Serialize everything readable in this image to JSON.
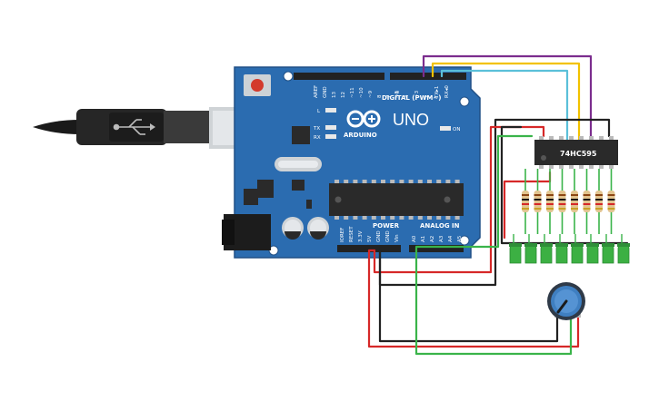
{
  "colors": {
    "board": "#2b6cb0",
    "board_dark": "#1f4f86",
    "header": "#222222",
    "wire_black": "#222222",
    "wire_red": "#d62828",
    "wire_green": "#3ab44a",
    "wire_yellow": "#f2c200",
    "wire_purple": "#7b2d8e",
    "wire_cyan": "#5bc0d9",
    "led": "#3cb043",
    "chip": "#2a2a2a",
    "pot": "#3f7fc1"
  },
  "board": {
    "logo_text": "ARDUINO",
    "model_text": "UNO",
    "digital_label": "DIGITAL (PWM~)",
    "power_label": "POWER",
    "analog_label": "ANALOG IN",
    "top_pins": [
      "AREF",
      "GND",
      "13",
      "12",
      "~11",
      "~10",
      "~9",
      "8",
      "7",
      "~6",
      "~5",
      "4",
      "~3",
      "2",
      "TX▸1",
      "RX◂0"
    ],
    "power_pins": [
      "IOREF",
      "RESET",
      "3.3V",
      "5V",
      "GND",
      "GND",
      "Vin"
    ],
    "analog_pins": [
      "A0",
      "A1",
      "A2",
      "A3",
      "A4",
      "A5"
    ],
    "led_labels": [
      "L",
      "TX",
      "RX"
    ],
    "on_label": "ON"
  },
  "chip": {
    "label": "74HC595"
  },
  "icons": {
    "usb": "usb-icon"
  },
  "leds": {
    "count": 8
  },
  "resistors": {
    "count": 8
  }
}
